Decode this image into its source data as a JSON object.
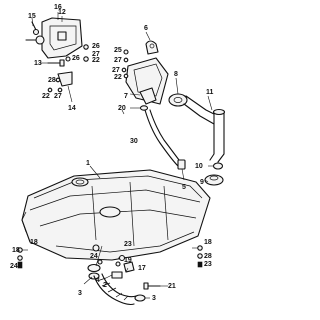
{
  "callouts": [
    "1",
    "2",
    "3",
    "3",
    "4",
    "5",
    "6",
    "7",
    "8",
    "9",
    "10",
    "11",
    "12",
    "13",
    "14",
    "15",
    "16",
    "17",
    "18",
    "18",
    "18",
    "19",
    "20",
    "21",
    "22",
    "22",
    "22",
    "23",
    "23",
    "24",
    "24",
    "25",
    "26",
    "26",
    "27",
    "27",
    "27",
    "27",
    "28",
    "28",
    "30"
  ]
}
